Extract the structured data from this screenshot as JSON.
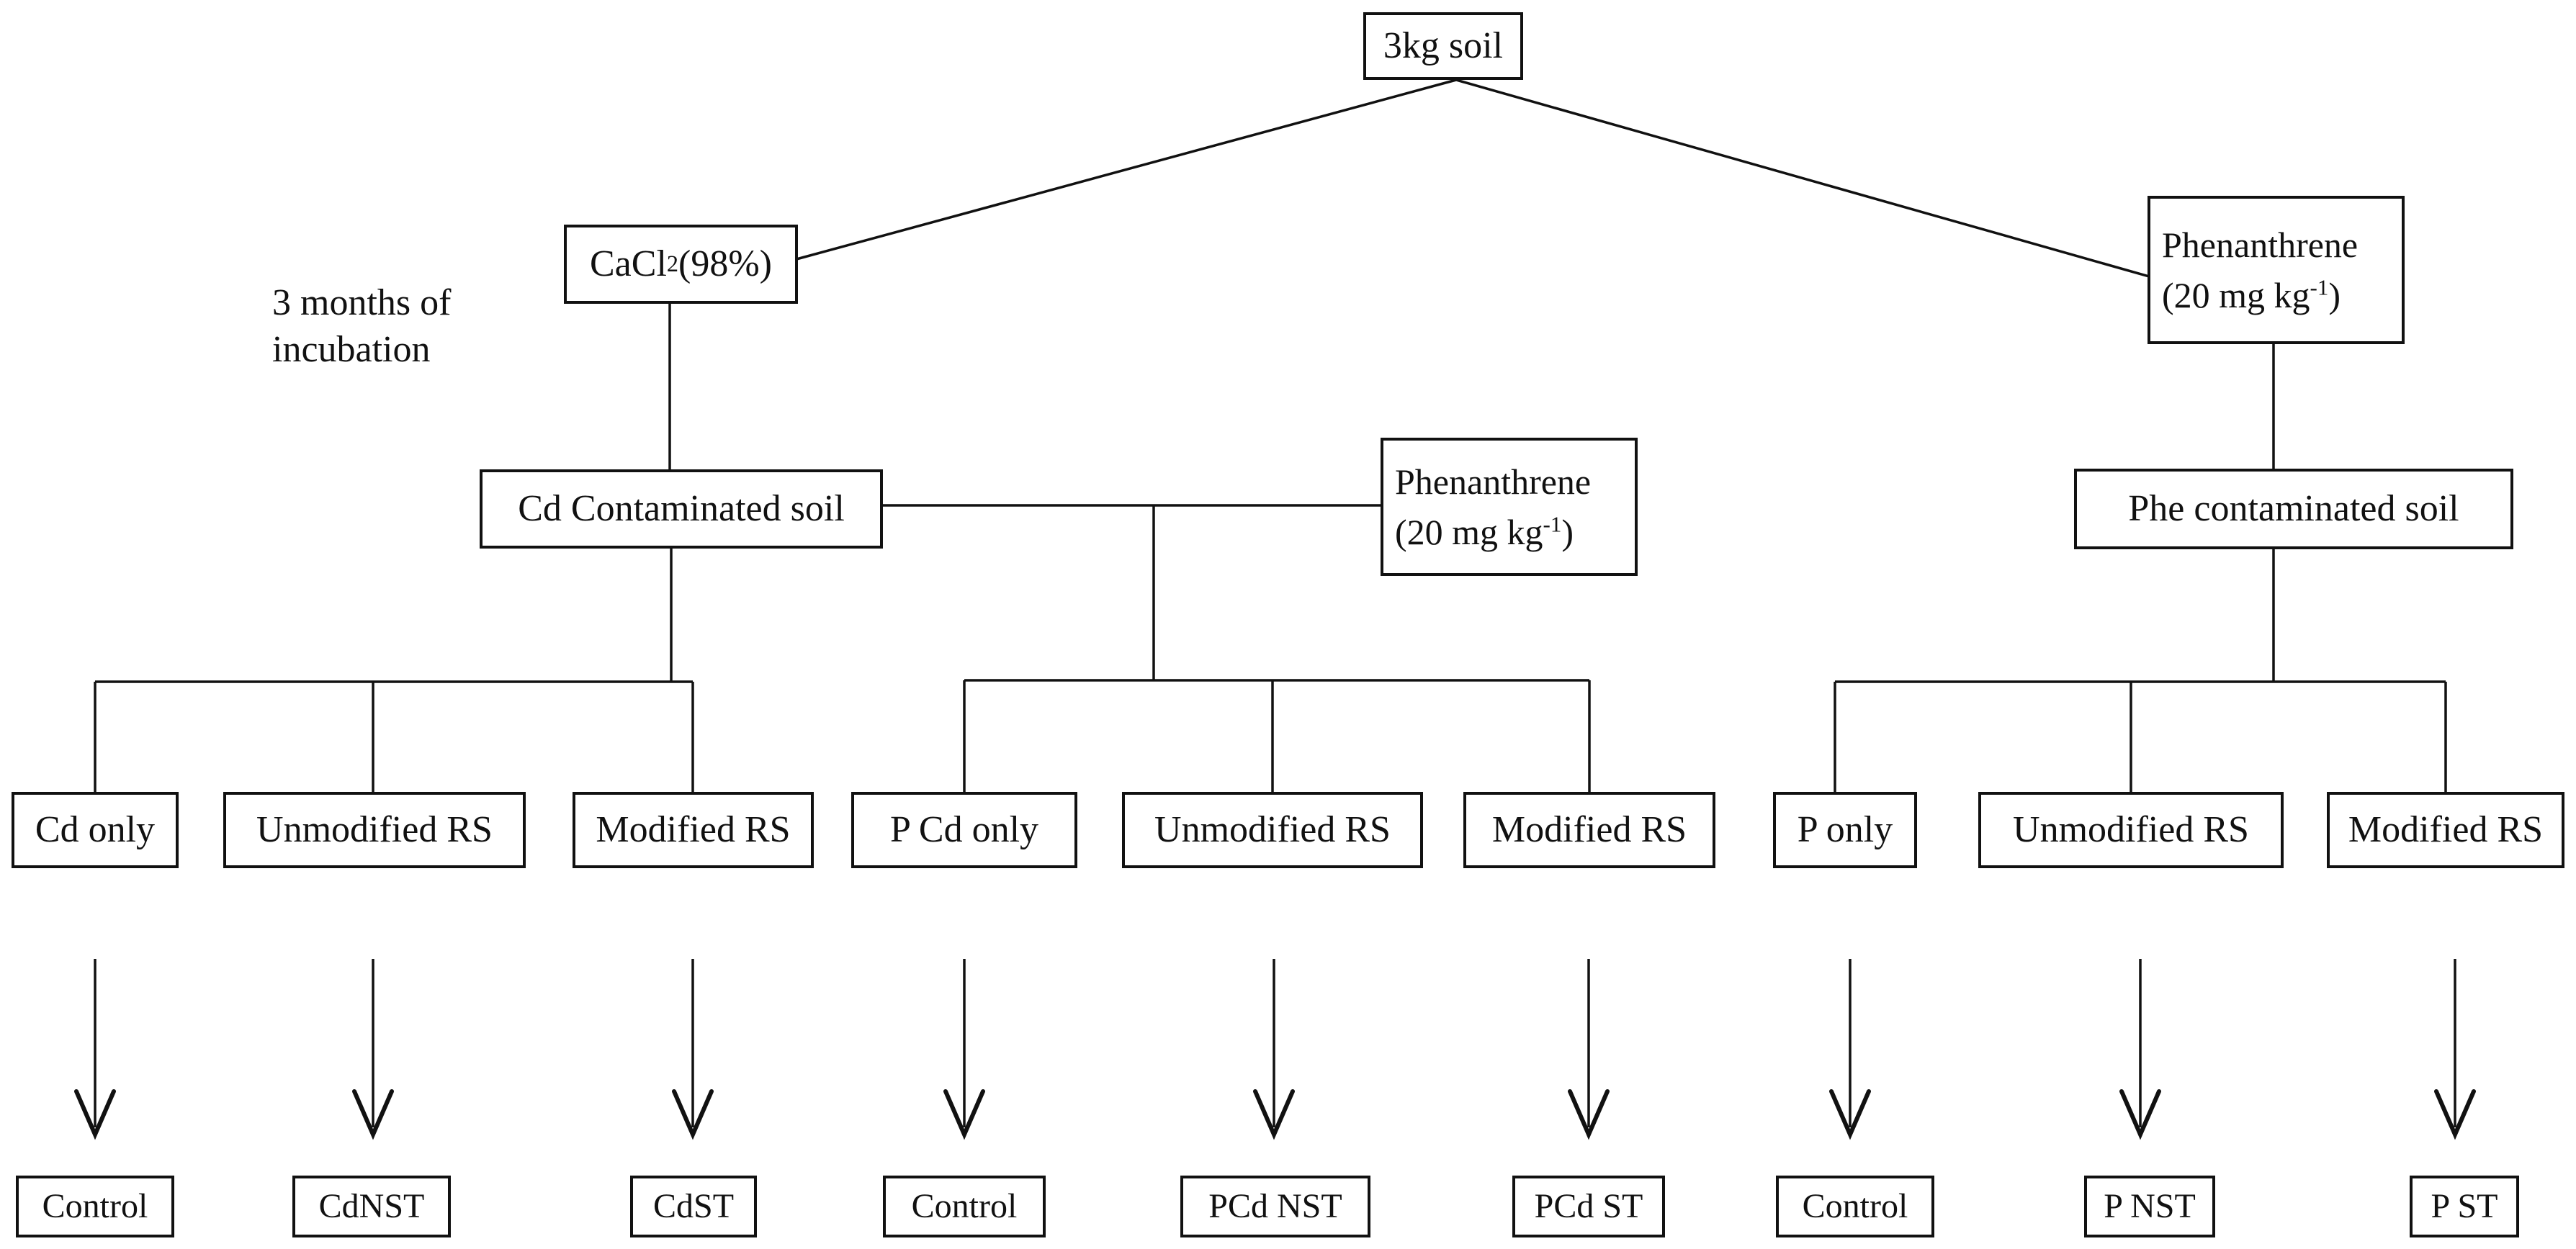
{
  "diagram": {
    "title_hint": "Experimental design flowchart",
    "colors": {
      "background": "#ffffff",
      "line": "#111111",
      "text": "#111111"
    },
    "root": {
      "label": "3kg soil"
    },
    "incubation_note": {
      "line1": "3 months of",
      "line2": "incubation"
    },
    "cacl2": {
      "base": "CaCl",
      "sub": "2",
      "rest": " (98%)"
    },
    "phenanthrene_right": {
      "line1": "Phenanthrene",
      "line2_pre": "(20 mg kg",
      "sup": "-1",
      "line2_post": ")"
    },
    "phenanthrene_mid": {
      "line1": "Phenanthrene",
      "line2_pre": "(20 mg kg",
      "sup": "-1",
      "line2_post": ")"
    },
    "cd_soil": {
      "label": "Cd Contaminated soil"
    },
    "phe_soil": {
      "label": "Phe contaminated soil"
    },
    "treatments": [
      {
        "label": "Cd only",
        "result": "Control"
      },
      {
        "label": "Unmodified RS",
        "result": "CdNST"
      },
      {
        "label": "Modified RS",
        "result": "CdST"
      },
      {
        "label": "P Cd only",
        "result": "Control"
      },
      {
        "label": "Unmodified RS",
        "result": "PCd NST"
      },
      {
        "label": "Modified RS",
        "result": "PCd ST"
      },
      {
        "label": "P only",
        "result": "Control"
      },
      {
        "label": "Unmodified RS",
        "result": "P NST"
      },
      {
        "label": "Modified RS",
        "result": "P ST"
      }
    ]
  }
}
